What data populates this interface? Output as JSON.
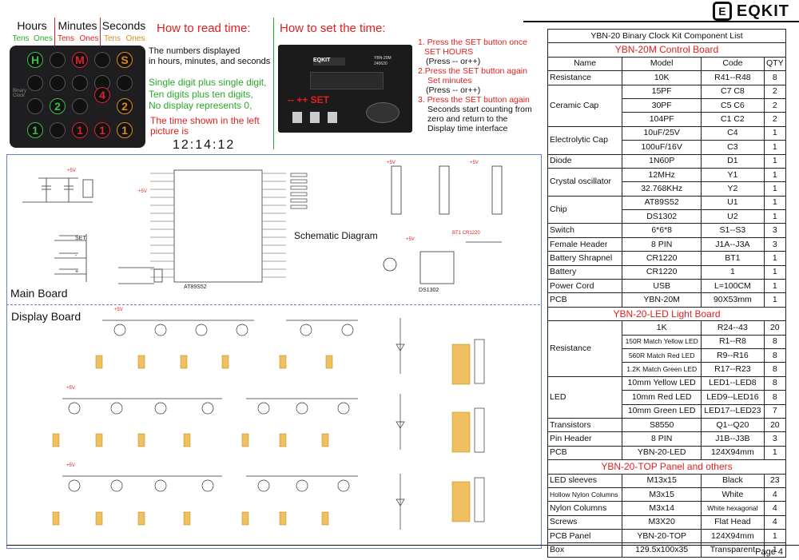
{
  "brand": {
    "logo_letter": "E",
    "name": "EQKIT"
  },
  "clock_header": {
    "units": [
      "Hours",
      "Minutes",
      "Seconds"
    ],
    "sub": [
      "Tens",
      "Ones",
      "Tens",
      "Ones",
      "Tens",
      "Ones"
    ],
    "colors": {
      "hours": "#2aa82a",
      "minutes": "#e02020",
      "seconds": "#e08b1f"
    }
  },
  "clock_panel": {
    "side_labels": [
      "Binary",
      "Clock"
    ],
    "top_letters": [
      "H",
      "M",
      "S"
    ],
    "digit_minutes": "4",
    "digit_hour_ones": "2",
    "digit_seconds": "2",
    "ones_marks": [
      "1",
      "1",
      "1",
      "1"
    ]
  },
  "read_time": {
    "title": "How to read time:",
    "para1": [
      "The numbers displayed",
      "in hours, minutes, and seconds"
    ],
    "para2": [
      "Single digit plus single digit,",
      "Ten digits plus ten digits,",
      "No display represents 0,"
    ],
    "para3": [
      "The time shown in the left",
      "picture is"
    ],
    "time": "12:14:12"
  },
  "set_time": {
    "title": "How to set the time:",
    "pcb_labels": {
      "brand": "EQKIT",
      "model": "YBN-20M",
      "date": "240620",
      "set_label": "-- ++ SET"
    },
    "steps": [
      {
        "main": "1. Press the SET button once",
        "sub": "SET HOURS",
        "extra": "(Press -- or++)"
      },
      {
        "main": "2.Press the SET button again",
        "sub": "Set minutes",
        "extra": "(Press -- or++)"
      },
      {
        "main": "3. Press the SET button again",
        "sub": "Seconds start counting from",
        "extra": "zero and return to the",
        "extra2": "Display time interface"
      }
    ]
  },
  "parts_table": {
    "title": "YBN-20 Binary Clock Kit Component List",
    "section1": "YBN-20M  Control Board",
    "headers": [
      "Name",
      "Model",
      "Code",
      "QTY"
    ],
    "section2": "YBN-20-LED  Light Board",
    "section3": "YBN-20-TOP  Panel and others"
  },
  "schematic": {
    "title": "Schematic  Diagram",
    "main_board": "Main  Board",
    "display_board": "Display  Board",
    "chip_u1": "AT89S52",
    "chip_u2": "DS1302",
    "buttons": [
      "SET",
      "-",
      "+"
    ]
  },
  "page": "Page  4"
}
